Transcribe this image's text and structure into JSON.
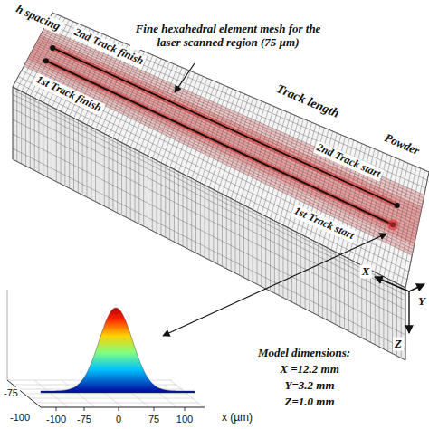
{
  "diagram": {
    "labels": [
      "h spacing",
      "2nd Track finish",
      "1st Track finish",
      "Fine hexahedral element mesh for the laser scanned region (75 µm)",
      "Track length",
      "Powder",
      "2nd Track start",
      "1st Track start",
      "X",
      "Y",
      "Z",
      "Model dimensions:",
      "X =12.2 mm",
      "Y=3.2 mm",
      "Z=1.0 mm",
      "-75",
      "-100",
      "-100",
      "-75",
      "0",
      "75",
      "100",
      "x (µm)"
    ]
  }
}
